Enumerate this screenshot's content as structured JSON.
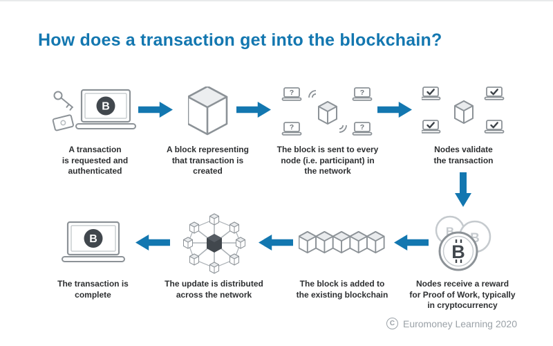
{
  "page": {
    "title": "How does a transaction get into the blockchain?",
    "footer": {
      "icon": "copyright-c-icon",
      "text": "Euromoney Learning 2020"
    },
    "colors": {
      "accent": "#1377b0",
      "title": "#1377b0",
      "text": "#2d2f31",
      "icon_gray": "#8c9297",
      "icon_dark": "#41474d",
      "footer": "#9aa1a7"
    }
  },
  "glyphs": {
    "bitcoin": "B",
    "question": "?",
    "copyright": "C"
  },
  "steps": [
    {
      "id": 1,
      "icon": "key-wallet-laptop-icon",
      "label": "A transaction\nis requested and\nauthenticated"
    },
    {
      "id": 2,
      "icon": "block-cube-icon",
      "label": "A block representing\nthat transaction is\ncreated"
    },
    {
      "id": 3,
      "icon": "broadcast-to-nodes-icon",
      "label": "The block is sent to every\nnode (i.e. participant) in\nthe network"
    },
    {
      "id": 4,
      "icon": "nodes-validate-icon",
      "label": "Nodes validate\nthe transaction"
    },
    {
      "id": 5,
      "icon": "bitcoin-coins-icon",
      "label": "Nodes receive a reward\nfor Proof of Work, typically\nin cryptocurrency"
    },
    {
      "id": 6,
      "icon": "blockchain-row-icon",
      "label": "The block is added to\nthe existing blockchain"
    },
    {
      "id": 7,
      "icon": "distributed-network-icon",
      "label": "The update is distributed\nacross the network"
    },
    {
      "id": 8,
      "icon": "laptop-bitcoin-icon",
      "label": "The transaction is\ncomplete"
    }
  ]
}
